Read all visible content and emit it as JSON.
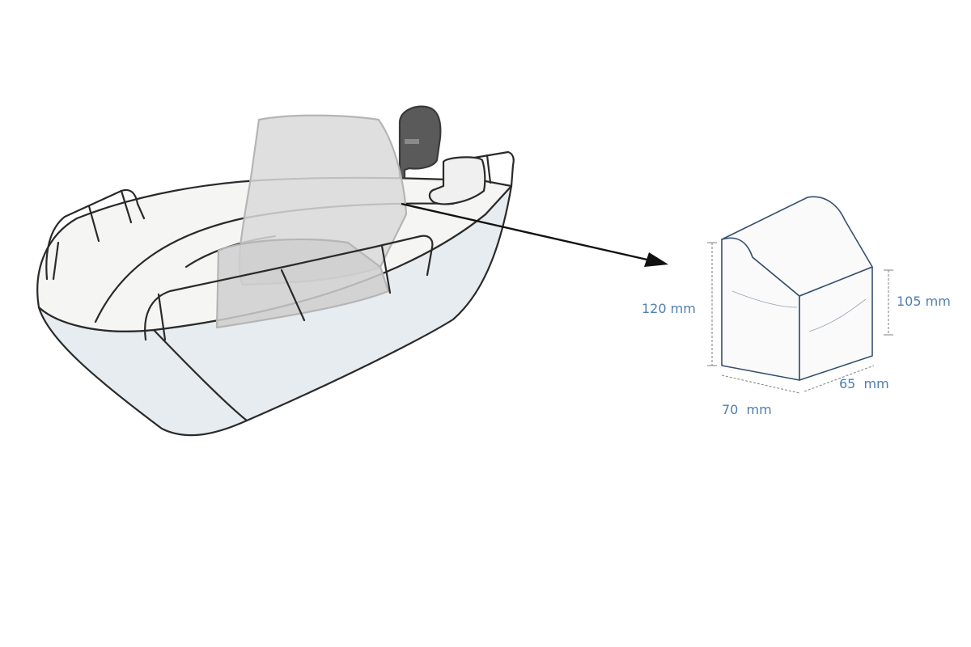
{
  "dimensions": {
    "front_height": "120 mm",
    "back_height": "105 mm",
    "depth": "65  mm",
    "width": "70  mm"
  },
  "colors": {
    "outline": "#2a2a2a",
    "hull_fill": "#e6ecef",
    "deck_fill": "#f5f5f3",
    "cover_fill": "#d9d9d9",
    "motor_fill": "#5a5a5a",
    "arrow": "#111111",
    "cover_outline": "#36506e",
    "dimension_text": "#4f7fae",
    "dimension_line": "#8a8a8a"
  },
  "icons": {
    "boat": "boat-illustration-icon",
    "console_cover": "console-cover-icon",
    "arrow": "arrow-right-icon"
  }
}
